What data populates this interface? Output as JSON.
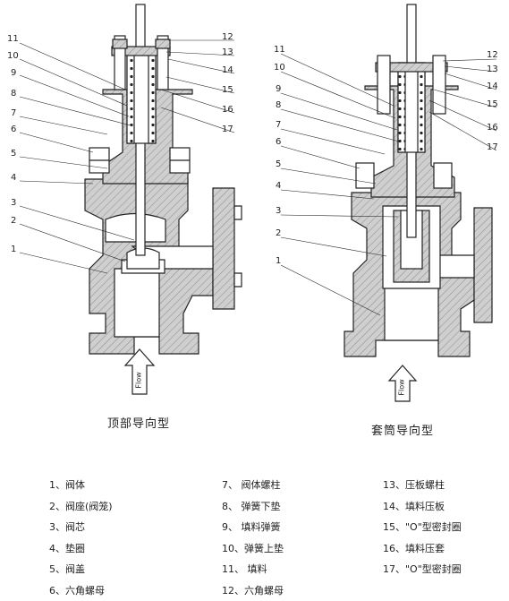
{
  "left_diagram": {
    "caption": "顶部导向型",
    "callouts_left": [
      "11",
      "10",
      "9",
      "8",
      "7",
      "6",
      "5",
      "4",
      "3",
      "2",
      "1"
    ],
    "callouts_right": [
      "12",
      "13",
      "14",
      "15",
      "16",
      "17"
    ],
    "flow_label": "Flow"
  },
  "right_diagram": {
    "caption": "套筒导向型",
    "callouts_left": [
      "11",
      "10",
      "9",
      "8",
      "7",
      "6",
      "5",
      "4",
      "3",
      "2",
      "1"
    ],
    "callouts_right": [
      "12",
      "13",
      "14",
      "15",
      "16",
      "17"
    ],
    "flow_label": "Flow"
  },
  "legend": {
    "col1": [
      "1、阀体",
      "2、阀座(阀笼)",
      "3、阀芯",
      "4、垫圈",
      "5、阀盖",
      "6、六角螺母"
    ],
    "col2": [
      "7、 阀体螺柱",
      "8、 弹簧下垫",
      "9、 填料弹簧",
      "10、弹簧上垫",
      "11、 填料",
      "12、六角螺母"
    ],
    "col3": [
      "13、压板螺柱",
      "14、填料压板",
      "15、\"O\"型密封圈",
      "16、填料压套",
      "17、\"O\"型密封圈"
    ]
  }
}
